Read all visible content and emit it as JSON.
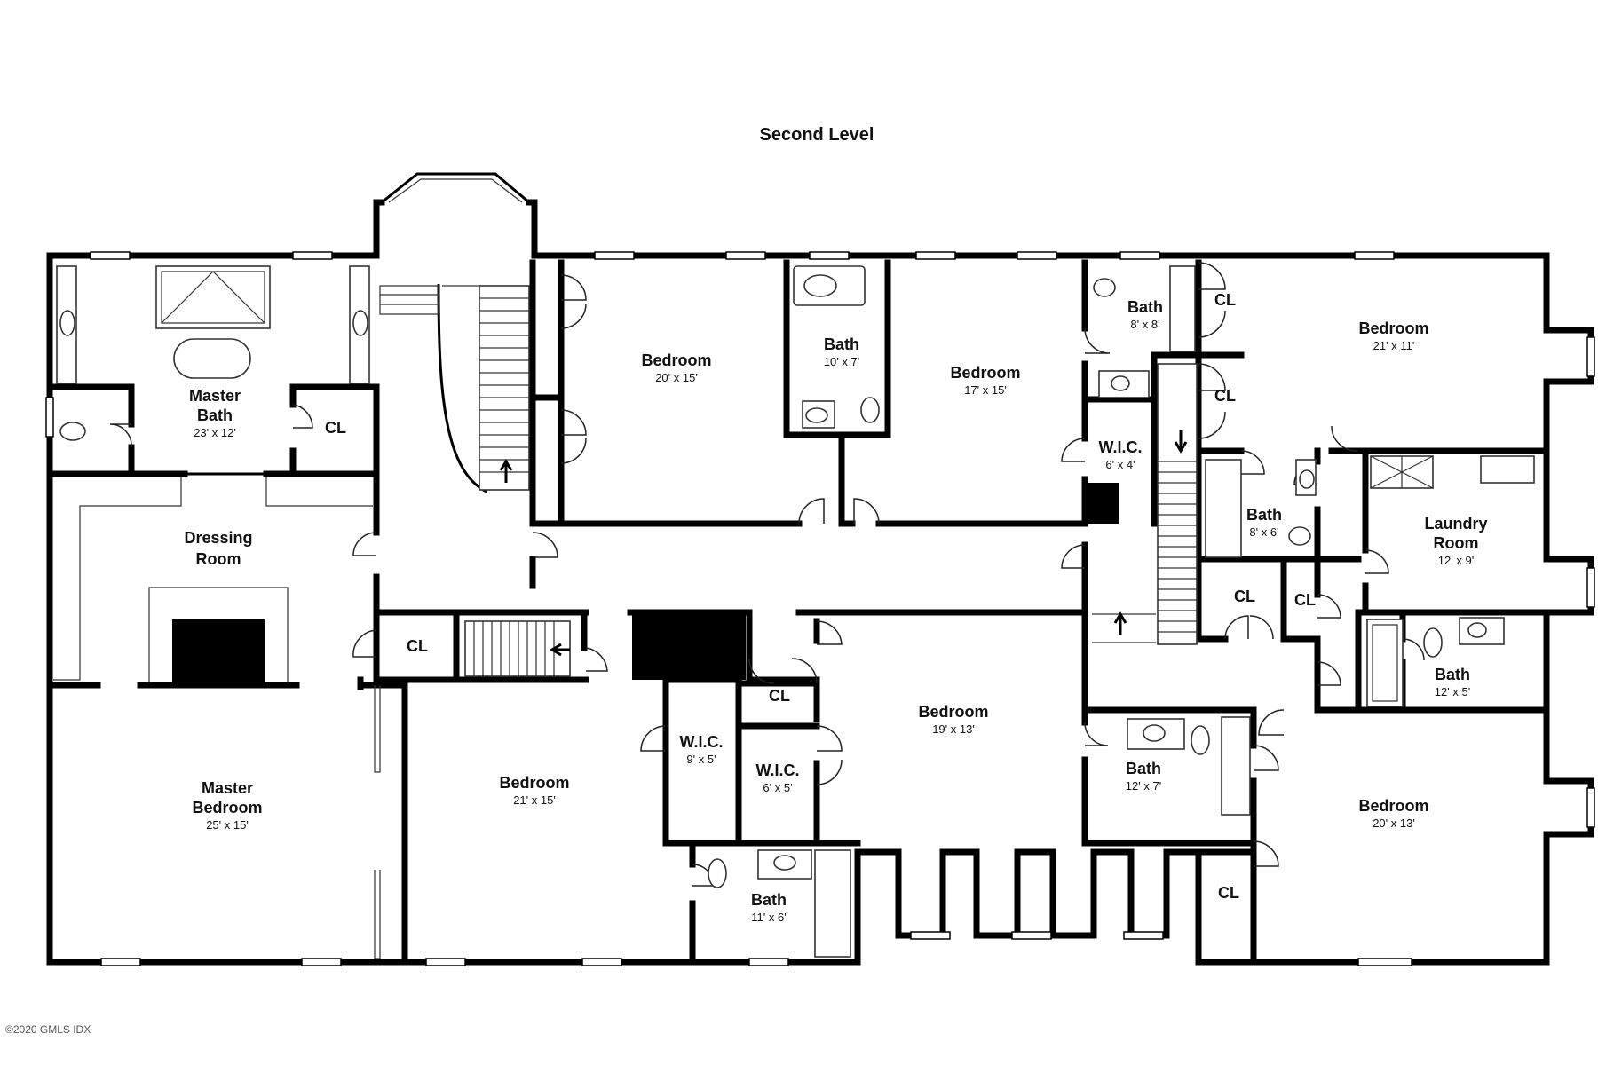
{
  "title": "Second Level",
  "copyright": "©2020 GMLS IDX",
  "rooms": {
    "master_bath": {
      "name1": "Master",
      "name2": "Bath",
      "dim": "23' x 12'"
    },
    "cl_master_bath": {
      "name": "CL"
    },
    "dressing_room": {
      "name1": "Dressing",
      "name2": "Room"
    },
    "master_bedroom": {
      "name1": "Master",
      "name2": "Bedroom",
      "dim": "25' x 15'"
    },
    "cl_hall_left": {
      "name": "CL"
    },
    "bedroom_a": {
      "name": "Bedroom",
      "dim": "20' x 15'"
    },
    "bath_a": {
      "name": "Bath",
      "dim": "10' x 7'"
    },
    "bedroom_b": {
      "name": "Bedroom",
      "dim": "17' x 15'"
    },
    "bath_b": {
      "name": "Bath",
      "dim": "8' x 8'"
    },
    "wic_a": {
      "name": "W.I.C.",
      "dim": "6' x 4'"
    },
    "cl_top_1": {
      "name": "CL"
    },
    "cl_top_2": {
      "name": "CL"
    },
    "bedroom_c": {
      "name": "Bedroom",
      "dim": "21' x 11'"
    },
    "bath_c": {
      "name": "Bath",
      "dim": "8' x 6'"
    },
    "laundry": {
      "name1": "Laundry",
      "name2": "Room",
      "dim": "12' x 9'"
    },
    "cl_mid_1": {
      "name": "CL"
    },
    "cl_mid_2": {
      "name": "CL"
    },
    "bath_d": {
      "name": "Bath",
      "dim": "12' x 5'"
    },
    "bedroom_d": {
      "name": "Bedroom",
      "dim": "21' x 15'"
    },
    "wic_b": {
      "name": "W.I.C.",
      "dim": "9' x 5'"
    },
    "cl_center": {
      "name": "CL"
    },
    "wic_c": {
      "name": "W.I.C.",
      "dim": "6' x 5'"
    },
    "bath_e": {
      "name": "Bath",
      "dim": "11' x 6'"
    },
    "bedroom_e": {
      "name": "Bedroom",
      "dim": "19' x 13'"
    },
    "bath_f": {
      "name": "Bath",
      "dim": "12' x 7'"
    },
    "bedroom_f": {
      "name": "Bedroom",
      "dim": "20' x 13'"
    },
    "cl_bottom_right": {
      "name": "CL"
    }
  }
}
